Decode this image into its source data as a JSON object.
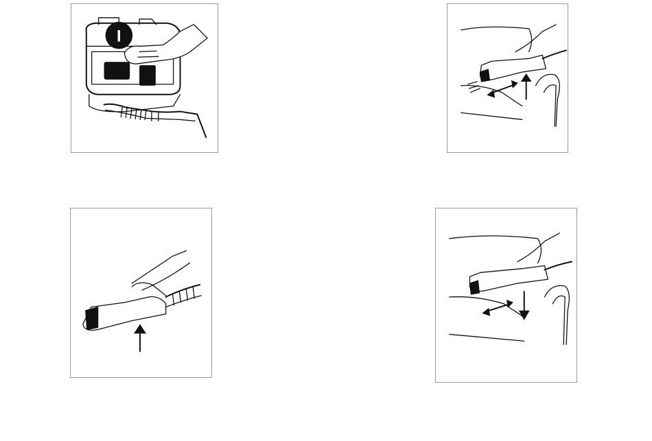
{
  "panels": [
    {
      "id": "power-on",
      "switch_symbol": "I"
    },
    {
      "id": "spray-forward",
      "arrows": [
        "double-arrow",
        "arrow-up"
      ]
    },
    {
      "id": "trigger-press",
      "arrows": [
        "arrow-up"
      ]
    },
    {
      "id": "spray-backward",
      "arrows": [
        "double-arrow",
        "arrow-down"
      ]
    }
  ],
  "colors": {
    "ink": "#111111",
    "frame": "#9a9a9a",
    "paper": "#ffffff"
  }
}
